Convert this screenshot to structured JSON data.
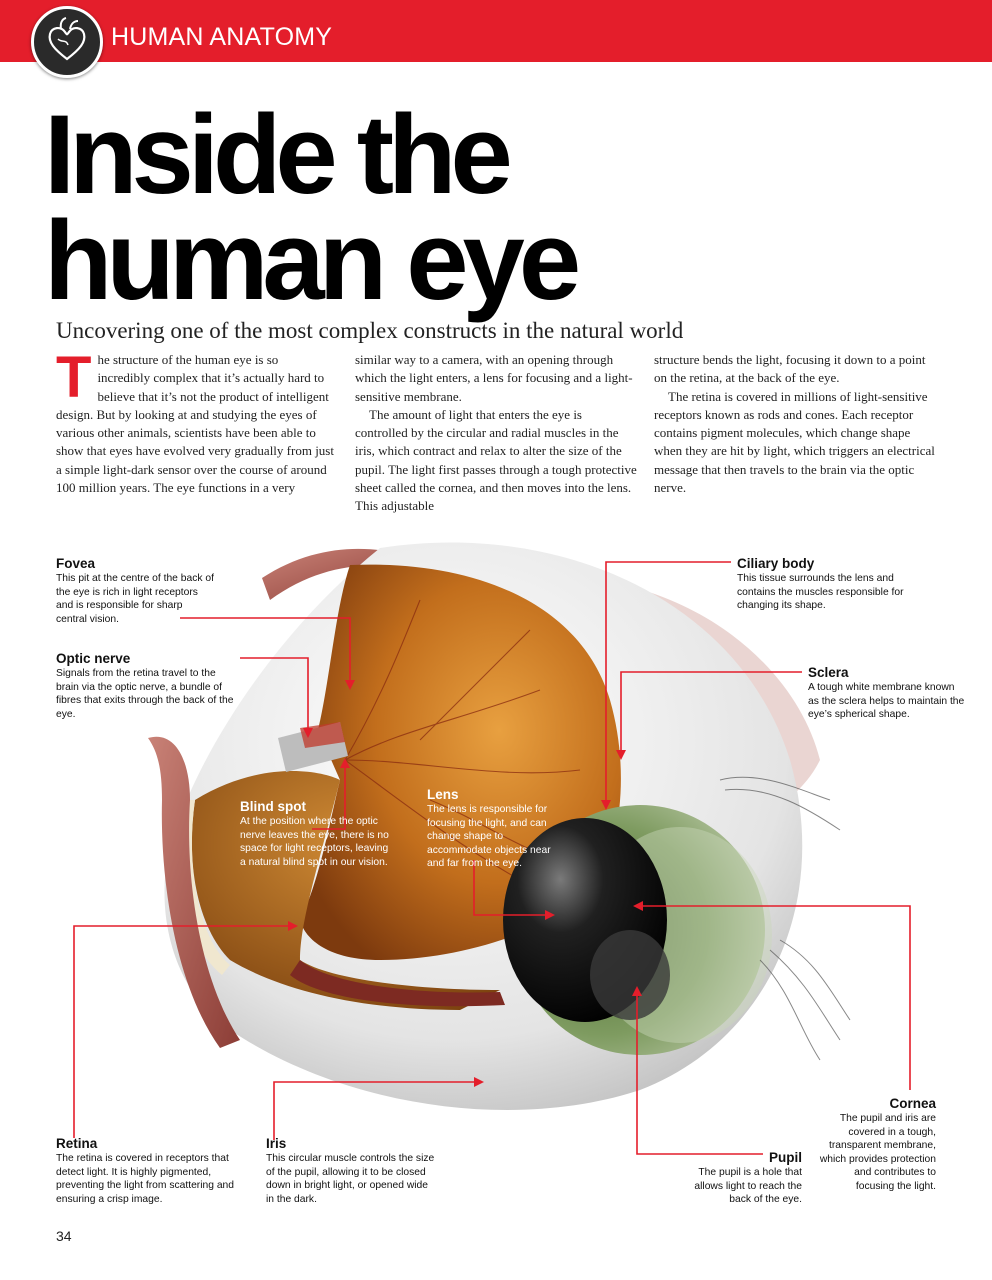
{
  "header": {
    "section": "HUMAN ANATOMY",
    "badge_icon": "heart-icon",
    "color": "#e41e2b"
  },
  "article": {
    "title_line1": "Inside the",
    "title_line2": "human eye",
    "subtitle": "Uncovering one of the most complex constructs in the natural world",
    "dropcap": "T",
    "columns": [
      [
        "he structure of the human eye is so incredibly complex that it’s actually hard to believe that it’s not the product of intelligent design. But by looking at and studying the eyes of various other animals, scientists have been able to show that eyes have evolved very gradually from just a simple light-dark sensor over the course of around 100 million years. The eye functions in a very"
      ],
      [
        "similar way to a camera, with an opening through which the light enters, a lens for focusing and a light-sensitive membrane.",
        "The amount of light that enters the eye is controlled by the circular and radial muscles in the iris, which contract and relax to alter the size of the pupil. The light first passes through a tough protective sheet called the cornea, and then moves into the lens. This adjustable"
      ],
      [
        "structure bends the light, focusing it down to a point on the retina, at the back of the eye.",
        "The retina is covered in millions of light-sensitive receptors known as rods and cones. Each receptor contains pigment molecules, which change shape when they are hit by light, which triggers an electrical message that then travels to the brain via the optic nerve."
      ]
    ]
  },
  "labels": {
    "fovea": {
      "title": "Fovea",
      "text": "This pit at the centre of the back of the eye is rich in light receptors and is responsible for sharp central vision."
    },
    "optic_nerve": {
      "title": "Optic nerve",
      "text": "Signals from the retina travel to the brain via the optic nerve, a bundle of fibres that exits through the back of the eye."
    },
    "blind_spot": {
      "title": "Blind spot",
      "text": "At the position where the optic nerve leaves the eye, there is no space for light receptors, leaving a natural blind spot in our vision."
    },
    "lens": {
      "title": "Lens",
      "text": "The lens is responsible for focusing the light, and can change shape to accommodate objects near and far from the eye."
    },
    "ciliary_body": {
      "title": "Ciliary body",
      "text": "This tissue surrounds the lens and contains the muscles responsible for changing its shape."
    },
    "sclera": {
      "title": "Sclera",
      "text": "A tough white membrane known as the sclera helps to maintain the eye’s spherical shape."
    },
    "retina": {
      "title": "Retina",
      "text": "The retina is covered in receptors that detect light. It is highly pigmented, preventing the light from scattering and ensuring a crisp image."
    },
    "iris": {
      "title": "Iris",
      "text": "This circular muscle controls the size of the pupil, allowing it to be closed down in bright light, or opened wide in the dark."
    },
    "pupil": {
      "title": "Pupil",
      "text": "The pupil is a hole that allows light to reach the back of the eye."
    },
    "cornea": {
      "title": "Cornea",
      "text": "The pupil and iris are covered in a tough, transparent membrane, which provides protection and contributes to focusing the light."
    }
  },
  "page_number": "34",
  "colors": {
    "accent": "#e41e2b",
    "leader_lines": "#e41e2b",
    "retina": "#c9761c",
    "iris": "#6f8a4e",
    "muscle": "#9c4a43"
  }
}
